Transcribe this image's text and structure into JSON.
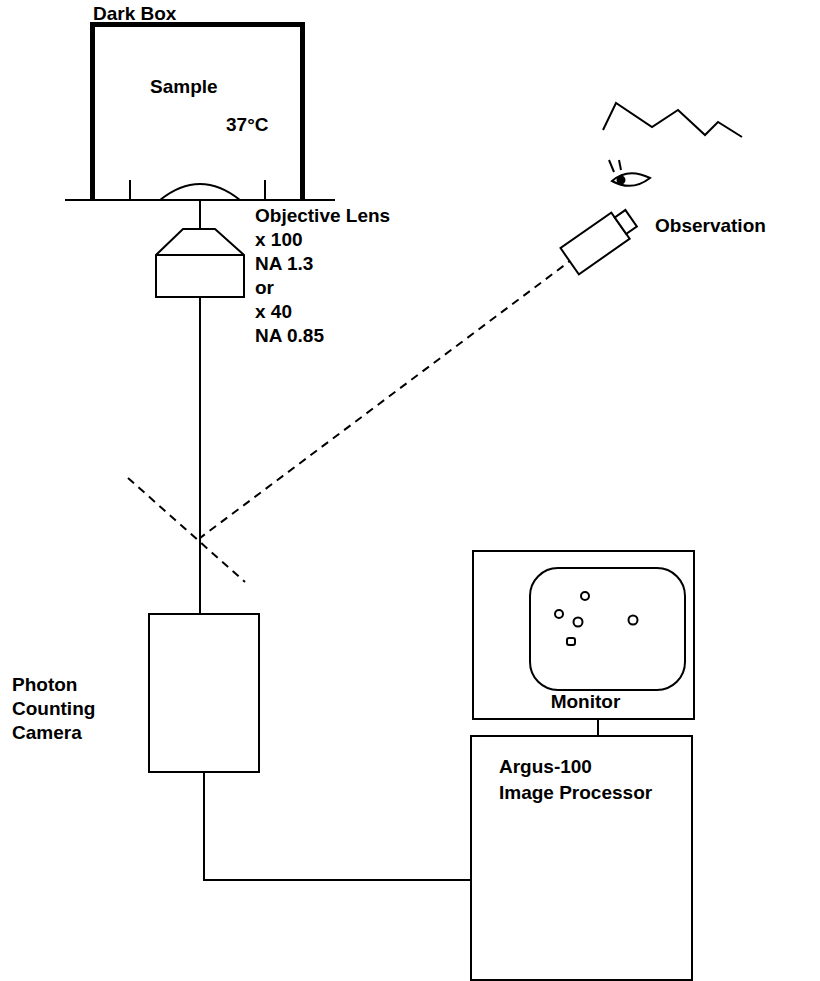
{
  "diagram": {
    "nodes": [
      {
        "text": [
          "Dark Box",
          "Sample",
          "37°C"
        ]
      },
      {
        "text": [
          "Objective Lens",
          "x 100",
          "NA 1.3",
          "or",
          "x 40",
          "NA 0.85"
        ]
      },
      {
        "text": [
          "Observation"
        ]
      },
      {
        "text": [
          "Photon Counting Camera"
        ]
      },
      {
        "text": [
          "Monitor"
        ]
      },
      {
        "text": [
          "Argus-100",
          "Image Processor"
        ]
      }
    ],
    "edges": [
      {
        "from": 0,
        "to": 1,
        "arrow": "none"
      },
      {
        "from": 1,
        "to": 3,
        "arrow": "none"
      },
      {
        "from": 1,
        "to": 2,
        "arrow": "none"
      },
      {
        "from": 3,
        "to": 5,
        "arrow": "none"
      },
      {
        "from": 4,
        "to": 5,
        "arrow": "none"
      }
    ]
  }
}
